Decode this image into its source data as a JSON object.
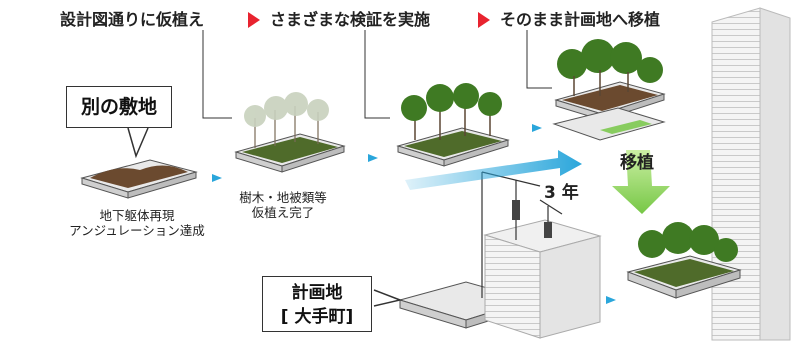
{
  "header": {
    "step1": "設計図通りに仮植え",
    "step2": "さまざまな検証を実施",
    "step3": "そのまま計画地へ移植"
  },
  "callouts": {
    "other_site": "別の敷地",
    "plan_site_line1": "計画地",
    "plan_site_line2": "[ 大手町]"
  },
  "captions": {
    "stage1_line1": "地下躯体再現",
    "stage1_line2": "アンジュレーション達成",
    "stage2_line1": "樹木・地被類等",
    "stage2_line2": "仮植え完了"
  },
  "labels": {
    "transplant": "移植",
    "duration": "3 年"
  },
  "colors": {
    "header_arrow": "#e8232f",
    "flow_arrow": "#2aa6db",
    "transplant_arrow": "#8fd35a",
    "grass": "#4f6b2a",
    "soil": "#6b4a2f",
    "tray": "#e9e9e9"
  }
}
